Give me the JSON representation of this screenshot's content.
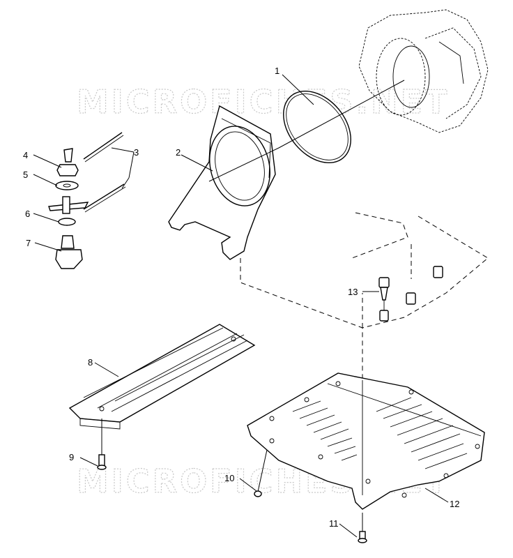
{
  "watermark": "MICROFICHES.NET",
  "callouts": [
    "1",
    "2",
    "3",
    "4",
    "5",
    "6",
    "7",
    "8",
    "9",
    "10",
    "11",
    "12",
    "13"
  ]
}
